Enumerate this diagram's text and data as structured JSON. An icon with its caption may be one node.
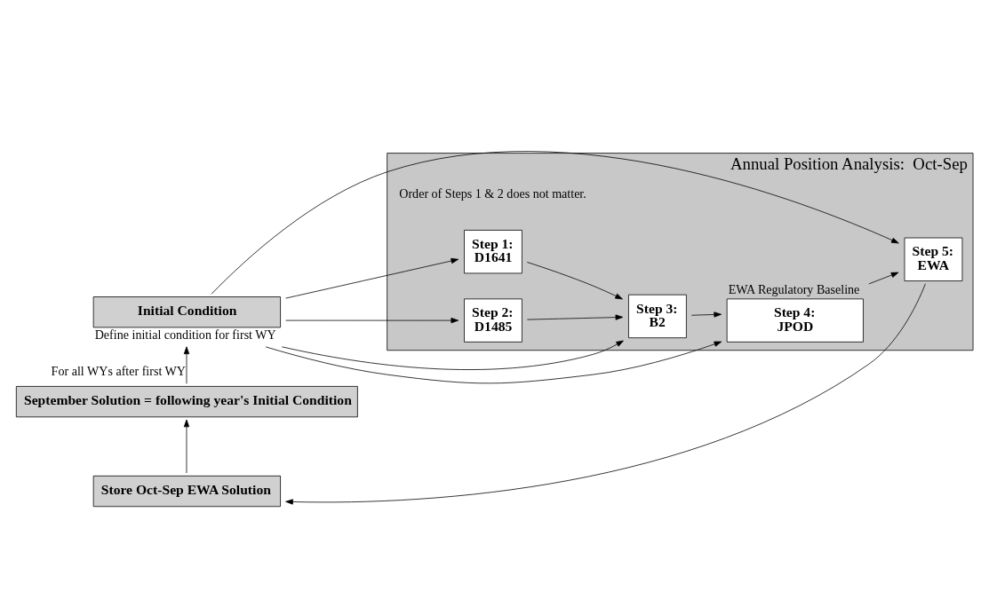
{
  "diagram": {
    "nodes": [
      {
        "text": [
          "Annual Position Analysis:  Oct-Sep"
        ]
      },
      {
        "text": [
          "Step 1:",
          "D1641"
        ],
        "in": 0
      },
      {
        "text": [
          "Step 2:",
          "D1485"
        ],
        "in": 0
      },
      {
        "text": [
          "Step 3:",
          "B2"
        ],
        "in": 0
      },
      {
        "text": [
          "Step 4:",
          "JPOD"
        ],
        "in": 0,
        "beside": [
          "EWA Regulatory Baseline"
        ]
      },
      {
        "text": [
          "Step 5:",
          "EWA"
        ],
        "in": 0
      },
      {
        "text": [
          "Initial Condition"
        ],
        "beside": [
          "Define initial condition for first WY"
        ]
      },
      {
        "text": [
          "September Solution = following year's Initial Condition"
        ]
      },
      {
        "text": [
          "Store Oct-Sep EWA Solution"
        ]
      }
    ],
    "edges": [
      {
        "from": 1,
        "to": 3,
        "arrow": "to"
      },
      {
        "from": 2,
        "to": 3,
        "arrow": "to"
      },
      {
        "from": 3,
        "to": 4,
        "arrow": "to"
      },
      {
        "from": 4,
        "to": 5,
        "arrow": "to"
      },
      {
        "from": 5,
        "to": 8,
        "arrow": "to"
      },
      {
        "from": 8,
        "to": 7,
        "arrow": "to"
      },
      {
        "from": 7,
        "to": 6,
        "arrow": "to",
        "label": "For all WYs after first WY"
      },
      {
        "from": 6,
        "to": 1,
        "arrow": "to"
      },
      {
        "from": 6,
        "to": 2,
        "arrow": "to"
      },
      {
        "from": 6,
        "to": 3,
        "arrow": "to"
      },
      {
        "from": 6,
        "to": 4,
        "arrow": "to"
      },
      {
        "from": 6,
        "to": 5,
        "arrow": "to"
      }
    ],
    "labels": [
      "Order of Steps 1 & 2 does not matter."
    ]
  }
}
